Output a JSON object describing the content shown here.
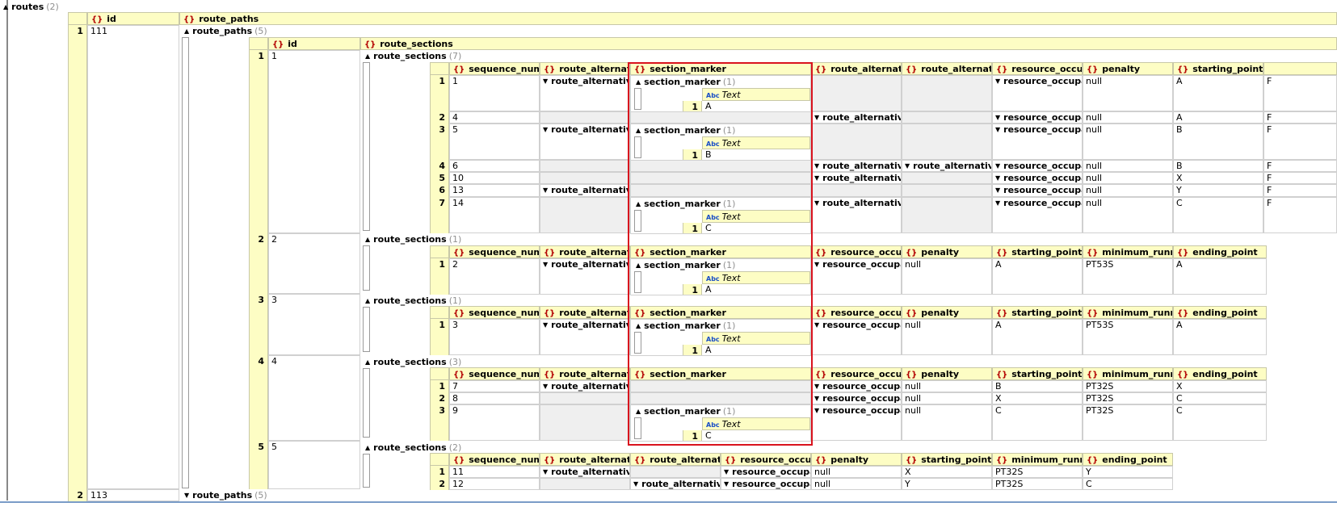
{
  "root": {
    "label": "routes",
    "count": "(2)"
  },
  "root_headers": {
    "id": "id",
    "route_paths": "route_paths"
  },
  "routes": [
    {
      "num": "1",
      "id": "111",
      "paths_label": "route_paths",
      "paths_count": "(5)"
    },
    {
      "num": "2",
      "id": "113",
      "paths_label": "route_paths",
      "paths_count": "(5)"
    }
  ],
  "path_headers": {
    "id": "id",
    "route_sections": "route_sections"
  },
  "paths": [
    {
      "num": "1",
      "id": "1",
      "sections_label": "route_sections",
      "sections_count": "(7)"
    },
    {
      "num": "2",
      "id": "2",
      "sections_label": "route_sections",
      "sections_count": "(1)"
    },
    {
      "num": "3",
      "id": "3",
      "sections_label": "route_sections",
      "sections_count": "(1)"
    },
    {
      "num": "4",
      "id": "4",
      "sections_label": "route_sections",
      "sections_count": "(3)"
    },
    {
      "num": "5",
      "id": "5",
      "sections_label": "route_sections",
      "sections_count": "(2)"
    }
  ],
  "section_headers_a": [
    "sequence_number",
    "route_alternative...",
    "section_marker",
    "route_alternative...",
    "route_alternative...",
    "resource_occupa...",
    "penalty",
    "starting_point"
  ],
  "section_headers_b": [
    "sequence_number",
    "route_alternative...",
    "section_marker",
    "resource_occupa...",
    "penalty",
    "starting_point",
    "minimum_runni...",
    "ending_point"
  ],
  "section_headers_c": [
    "sequence_number",
    "route_alternative...",
    "route_alternative...",
    "resource_occupa...",
    "penalty",
    "starting_point",
    "minimum_runni...",
    "ending_point"
  ],
  "marker": {
    "label": "section_marker",
    "count": "(1)",
    "text_header": "Text",
    "abc": "Abc",
    "row_num": "1"
  },
  "p1_rows": [
    {
      "n": "1",
      "seq": "1",
      "ra1": "route_alternative...",
      "mk": "A",
      "ra2": "",
      "ra3": "",
      "res": "resource_occupa...",
      "pen": "null",
      "sp": "A",
      "tail": "F"
    },
    {
      "n": "2",
      "seq": "4",
      "ra1": "",
      "mk": "",
      "ra2": "route_alternative...",
      "ra3": "",
      "res": "resource_occupa...",
      "pen": "null",
      "sp": "A",
      "tail": "F"
    },
    {
      "n": "3",
      "seq": "5",
      "ra1": "route_alternative...",
      "mk": "B",
      "ra2": "",
      "ra3": "",
      "res": "resource_occupa...",
      "pen": "null",
      "sp": "B",
      "tail": "F"
    },
    {
      "n": "4",
      "seq": "6",
      "ra1": "",
      "mk": "",
      "ra2": "route_alternative...",
      "ra3": "route_alternative...",
      "res": "resource_occupa...",
      "pen": "null",
      "sp": "B",
      "tail": "F"
    },
    {
      "n": "5",
      "seq": "10",
      "ra1": "",
      "mk": "",
      "ra2": "route_alternative...",
      "ra3": "",
      "res": "resource_occupa...",
      "pen": "null",
      "sp": "X",
      "tail": "F"
    },
    {
      "n": "6",
      "seq": "13",
      "ra1": "route_alternative...",
      "mk": "",
      "ra2": "",
      "ra3": "",
      "res": "resource_occupa...",
      "pen": "null",
      "sp": "Y",
      "tail": "F"
    },
    {
      "n": "7",
      "seq": "14",
      "ra1": "",
      "mk": "C",
      "ra2": "route_alternative...",
      "ra3": "",
      "res": "resource_occupa...",
      "pen": "null",
      "sp": "C",
      "tail": "F"
    }
  ],
  "p2_row": {
    "n": "1",
    "seq": "2",
    "ra1": "route_alternative...",
    "mk": "A",
    "res": "resource_occupa...",
    "pen": "null",
    "sp": "A",
    "min": "PT53S",
    "ep": "A"
  },
  "p3_row": {
    "n": "1",
    "seq": "3",
    "ra1": "route_alternative...",
    "mk": "A",
    "res": "resource_occupa...",
    "pen": "null",
    "sp": "A",
    "min": "PT53S",
    "ep": "A"
  },
  "p4_rows": [
    {
      "n": "1",
      "seq": "7",
      "ra1": "route_alternative...",
      "mk": "",
      "res": "resource_occupa...",
      "pen": "null",
      "sp": "B",
      "min": "PT32S",
      "ep": "X"
    },
    {
      "n": "2",
      "seq": "8",
      "ra1": "",
      "mk": "",
      "res": "resource_occupa...",
      "pen": "null",
      "sp": "X",
      "min": "PT32S",
      "ep": "C"
    },
    {
      "n": "3",
      "seq": "9",
      "ra1": "",
      "mk": "C",
      "res": "resource_occupa...",
      "pen": "null",
      "sp": "C",
      "min": "PT32S",
      "ep": "C"
    }
  ],
  "p5_rows": [
    {
      "n": "1",
      "seq": "11",
      "ra1": "route_alternative...",
      "ra2": "",
      "res": "resource_occupa...",
      "pen": "null",
      "sp": "X",
      "min": "PT32S",
      "ep": "Y"
    },
    {
      "n": "2",
      "seq": "12",
      "ra1": "",
      "ra2": "route_alternative...",
      "res": "resource_occupa...",
      "pen": "null",
      "sp": "Y",
      "min": "PT32S",
      "ep": "C"
    }
  ],
  "colors": {
    "header_bg": "#fdfdc4",
    "highlight": "#d9131e",
    "brace": "#b30000"
  }
}
